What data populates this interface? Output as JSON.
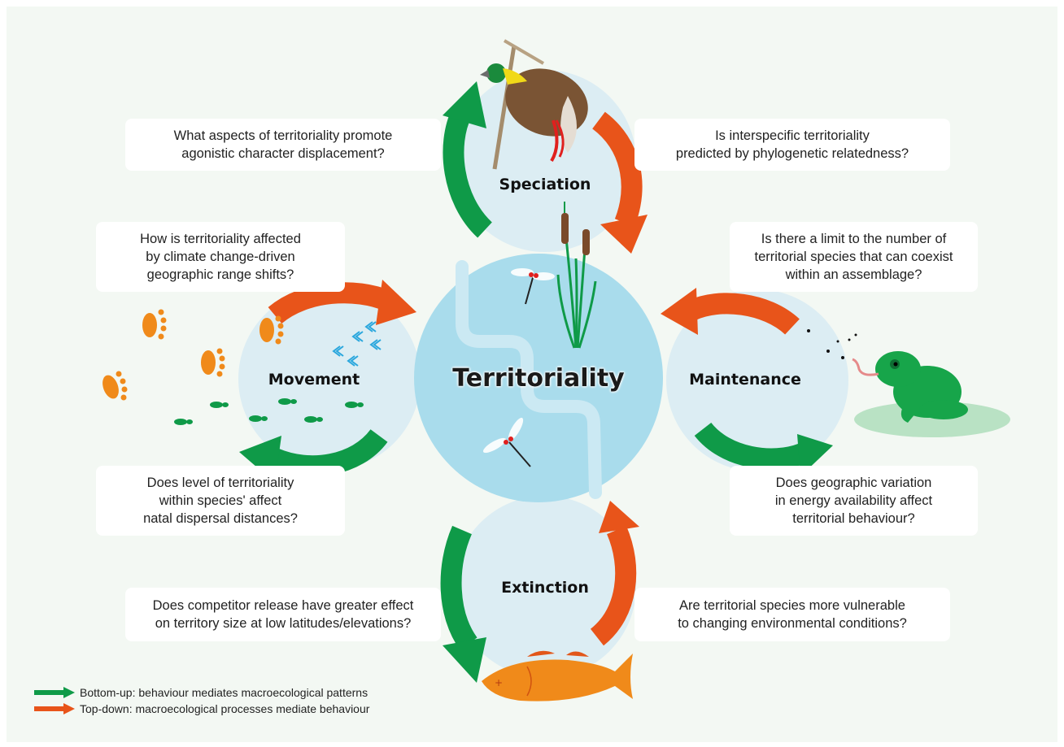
{
  "center": {
    "label": "Territoriality"
  },
  "nodes": {
    "speciation": "Speciation",
    "movement": "Movement",
    "maintenance": "Maintenance",
    "extinction": "Extinction"
  },
  "questions": {
    "speciation_left": "What aspects of territoriality promote\nagonistic character displacement?",
    "speciation_right": "Is interspecific territoriality\npredicted by phylogenetic relatedness?",
    "movement_top": "How is territoriality affected\nby climate change-driven\ngeographic range shifts?",
    "movement_bottom": "Does level of territoriality\nwithin species' affect\nnatal dispersal distances?",
    "maintenance_top": "Is there a limit to the number of\nterritorial species that can coexist\nwithin an assemblage?",
    "maintenance_bottom": "Does geographic variation\nin energy availability affect\nterritorial behaviour?",
    "extinction_left": "Does competitor release have greater effect\non territory size at low latitudes/elevations?",
    "extinction_right": "Are territorial species more vulnerable\nto changing environmental conditions?"
  },
  "legend": {
    "bottom_up": "Bottom-up: behaviour mediates macroecological patterns",
    "top_down": "Top-down: macroecological processes mediate behaviour"
  },
  "colors": {
    "bottom_up_arrow": "#0f9a48",
    "top_down_arrow": "#e8541a",
    "center_circle": "#a9dcec",
    "node_circle": "#dcedf3",
    "background": "#f3f8f3"
  },
  "icons": [
    "bird-of-paradise-icon",
    "cattail-icon",
    "dragonfly-icon",
    "frog-icon",
    "fish-icon",
    "paw-print-icon",
    "bird-track-icon",
    "footprint-icon"
  ]
}
